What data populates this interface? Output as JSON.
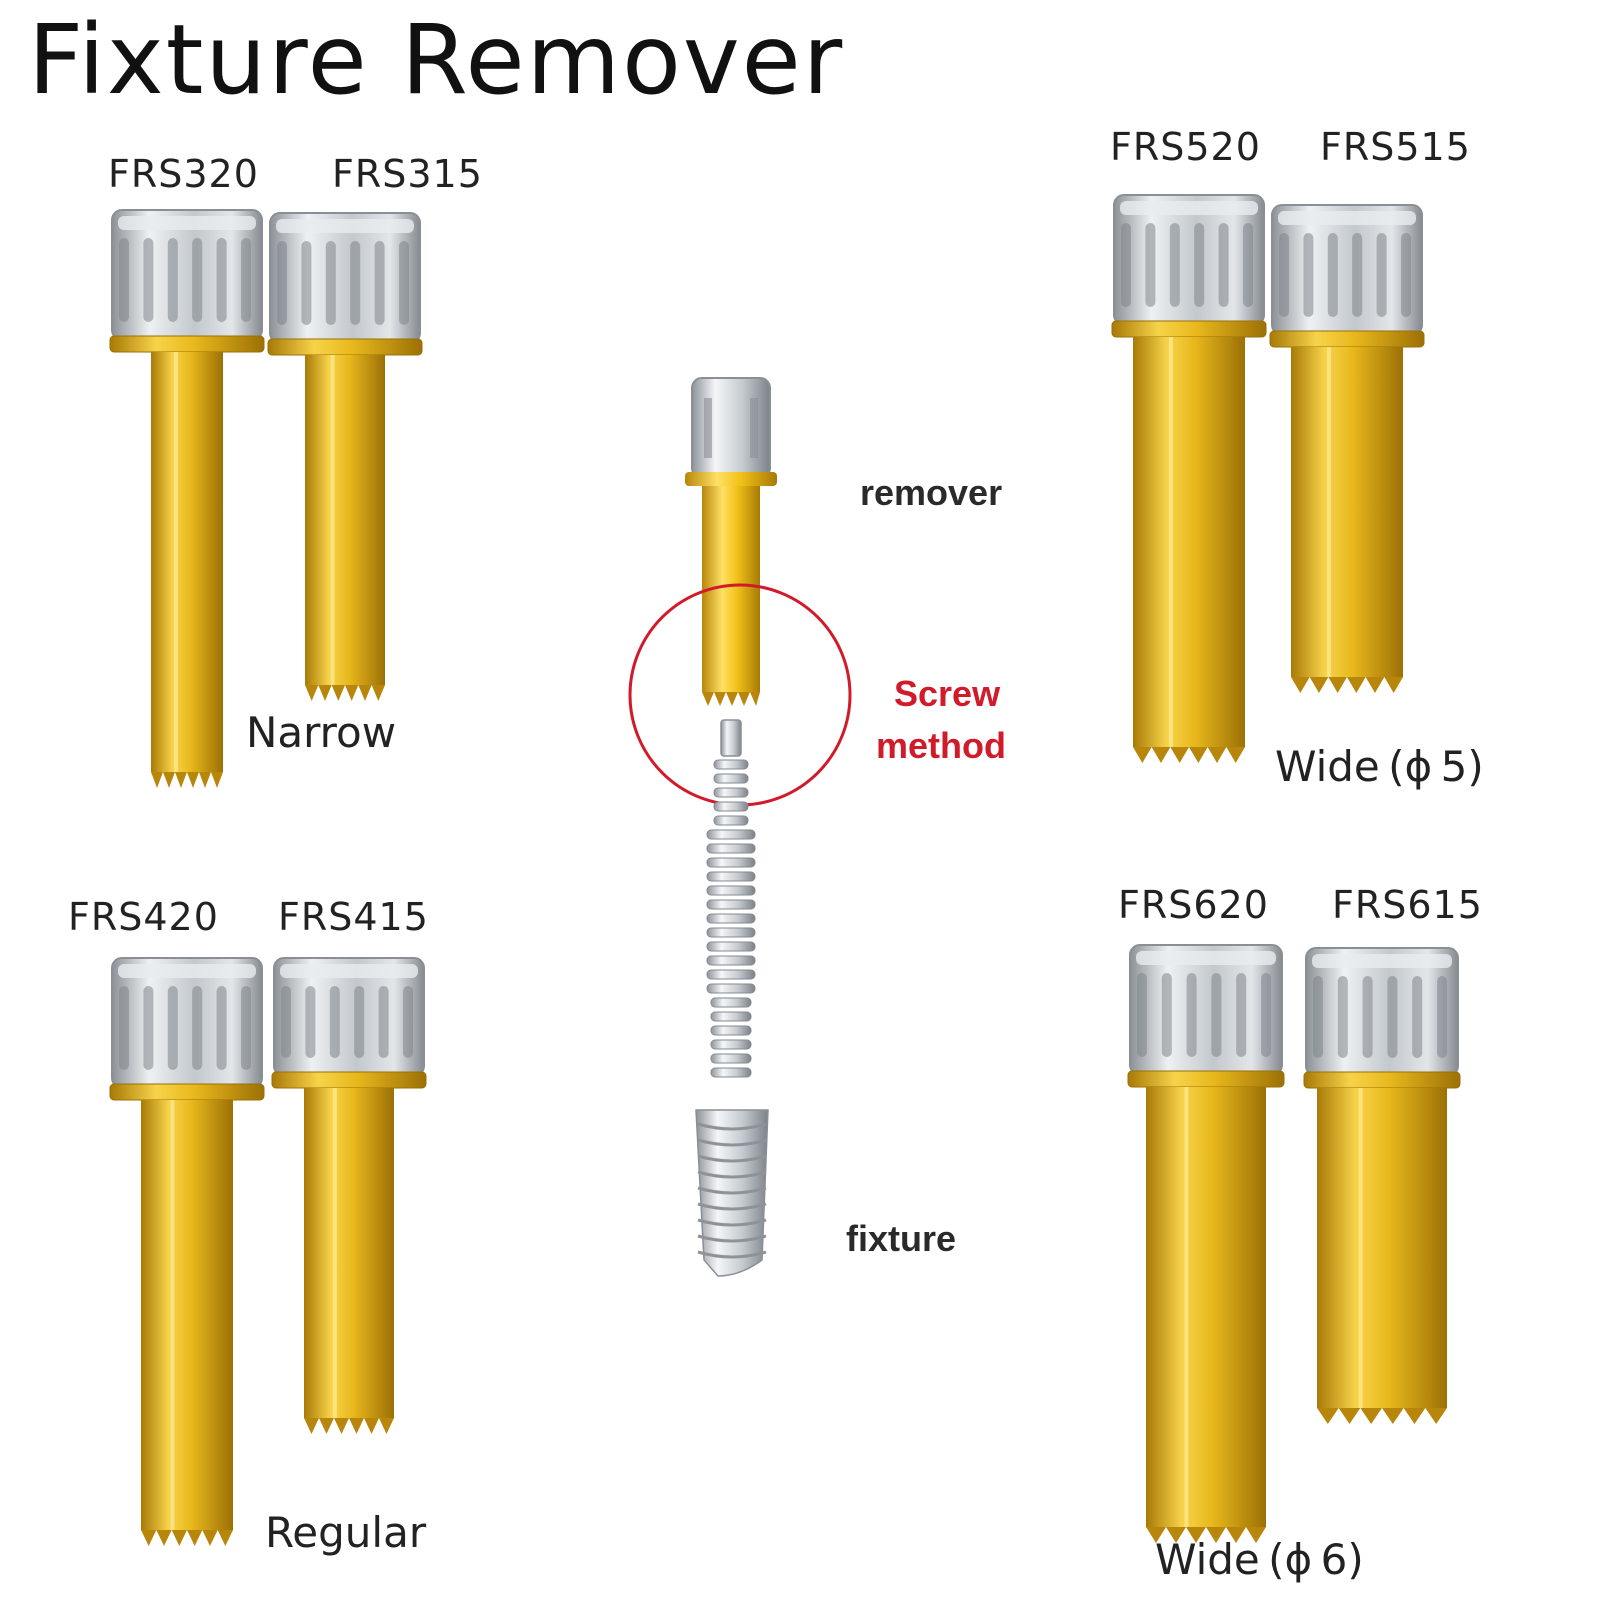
{
  "title": "Fixture Remover",
  "groups": {
    "narrow": {
      "codes": [
        "FRS320",
        "FRS315"
      ],
      "label": "Narrow"
    },
    "regular": {
      "codes": [
        "FRS420",
        "FRS415"
      ],
      "label": "Regular"
    },
    "wide5": {
      "codes": [
        "FRS520",
        "FRS515"
      ],
      "label": "Wide (ϕ 5)"
    },
    "wide6": {
      "codes": [
        "FRS620",
        "FRS615"
      ],
      "label": "Wide (ϕ 6)"
    }
  },
  "diagram": {
    "remover_label": "remover",
    "method_line1": "Screw",
    "method_line2": "method",
    "fixture_label": "fixture"
  },
  "colors": {
    "gold": "#d9a520",
    "silver": "#c9ced3",
    "accent_red": "#d11a2a"
  }
}
